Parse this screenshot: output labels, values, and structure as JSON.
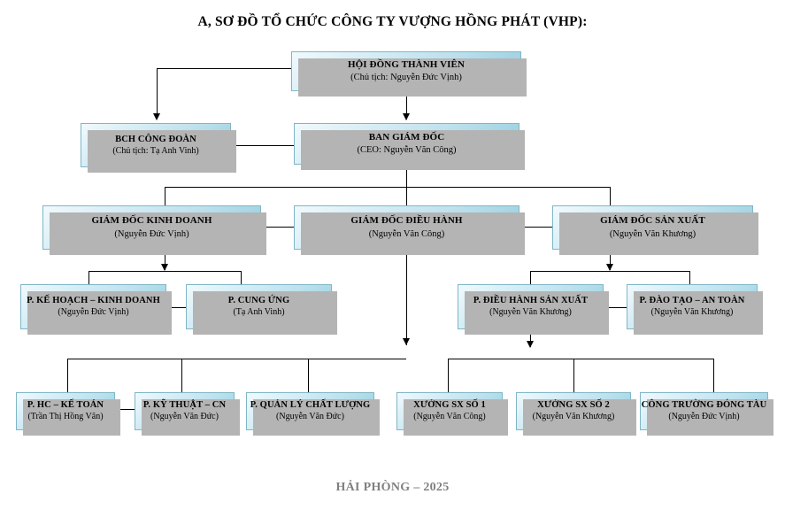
{
  "title": "A, SƠ ĐỒ TỔ CHỨC CÔNG TY VƯỢNG HỒNG PHÁT (VHP):",
  "footer": "HẢI PHÒNG – 2025",
  "chart_data": {
    "type": "org-chart",
    "orientation": "top-down",
    "levels": 5,
    "nodes": [
      {
        "id": "hdtv",
        "name": "HỘI ĐỒNG THÀNH VIÊN",
        "person": "(Chủ tịch: Nguyễn Đức Vịnh)",
        "level": 1,
        "parent": null
      },
      {
        "id": "bch",
        "name": "BCH CÔNG ĐOÀN",
        "person": "(Chủ tịch: Tạ Anh Vinh)",
        "level": 2,
        "parent": "hdtv"
      },
      {
        "id": "bgd",
        "name": "BAN GIÁM ĐỐC",
        "person": "(CEO: Nguyễn Văn Công)",
        "level": 2,
        "parent": "hdtv"
      },
      {
        "id": "gdkd",
        "name": "GIÁM ĐỐC KINH DOANH",
        "person": "(Nguyễn Đức Vịnh)",
        "level": 3,
        "parent": "bgd"
      },
      {
        "id": "gddh",
        "name": "GIÁM ĐỐC ĐIỀU HÀNH",
        "person": "(Nguyễn Văn Công)",
        "level": 3,
        "parent": "bgd"
      },
      {
        "id": "gdsx",
        "name": "GIÁM ĐỐC SẢN XUẤT",
        "person": "(Nguyễn Văn Khương)",
        "level": 3,
        "parent": "bgd"
      },
      {
        "id": "pkhkd",
        "name": "P. KẾ HOẠCH – KINH DOANH",
        "person": "(Nguyễn Đức Vịnh)",
        "level": 4,
        "parent": "gdkd"
      },
      {
        "id": "pcu",
        "name": "P. CUNG ỨNG",
        "person": "(Tạ Anh Vinh)",
        "level": 4,
        "parent": "gdkd"
      },
      {
        "id": "pdhsx",
        "name": "P. ĐIỀU HÀNH SẢN XUẤT",
        "person": "(Nguyễn Văn Khương)",
        "level": 4,
        "parent": "gdsx"
      },
      {
        "id": "pdtat",
        "name": "P. ĐÀO TẠO – AN TOÀN",
        "person": "(Nguyễn Văn Khương)",
        "level": 4,
        "parent": "gdsx"
      },
      {
        "id": "phckt",
        "name": "P. HC – KẾ TOÁN",
        "person": "(Trần Thị Hồng Vân)",
        "level": 5,
        "parent": "gddh"
      },
      {
        "id": "pktcn",
        "name": "P. KỸ THUẬT – CN",
        "person": "(Nguyễn Văn Đức)",
        "level": 5,
        "parent": "gddh"
      },
      {
        "id": "pqlcl",
        "name": "P. QUẢN LÝ CHẤT LƯỢNG",
        "person": "(Nguyễn Văn Đức)",
        "level": 5,
        "parent": "gddh"
      },
      {
        "id": "xsx1",
        "name": "XƯỞNG SX SỐ 1",
        "person": "(Nguyễn Văn Công)",
        "level": 5,
        "parent": "pdhsx"
      },
      {
        "id": "xsx2",
        "name": "XƯỞNG SX SỐ 2",
        "person": "(Nguyễn Văn Khương)",
        "level": 5,
        "parent": "pdhsx"
      },
      {
        "id": "ctdt",
        "name": "CÔNG TRƯỜNG ĐÓNG TÀU",
        "person": "(Nguyễn Đức Vịnh)",
        "level": 5,
        "parent": "pdhsx"
      }
    ],
    "colors": {
      "box_gradient_light": "#f2fafd",
      "box_gradient_dark": "#8dc9dc",
      "box_border": "#7fb6c6",
      "box_shadow": "#b4b4b4",
      "connector": "#000000",
      "title_text": "#000000",
      "footer_text": "#808080"
    }
  }
}
